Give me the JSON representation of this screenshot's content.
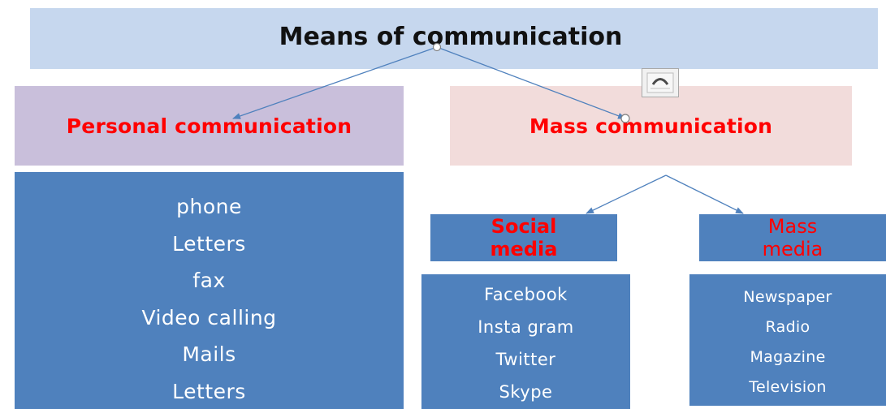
{
  "title": "Means of communication",
  "personal": {
    "header": "Personal communication",
    "items": [
      "phone",
      "Letters",
      "fax",
      "Video calling",
      "Mails",
      "Letters"
    ]
  },
  "mass": {
    "header": "Mass communication",
    "social_media": {
      "header_line1": "Social",
      "header_line2": "media",
      "items": [
        "Facebook",
        "Insta gram",
        "Twitter",
        "Skype"
      ]
    },
    "mass_media": {
      "header_line1": "Mass",
      "header_line2": "media",
      "items": [
        "Newspaper",
        "Radio",
        "Magazine",
        "Television"
      ]
    }
  },
  "colors": {
    "title_band": "#c6d7ee",
    "personal_header_bg": "#c9bfdb",
    "mass_header_bg": "#f2dcdb",
    "header_text": "#ff0000",
    "list_bg": "#4f81bd",
    "list_text": "#ffffff",
    "connector": "#4f81bd"
  },
  "icons": {
    "embedded_object": "document-icon"
  }
}
